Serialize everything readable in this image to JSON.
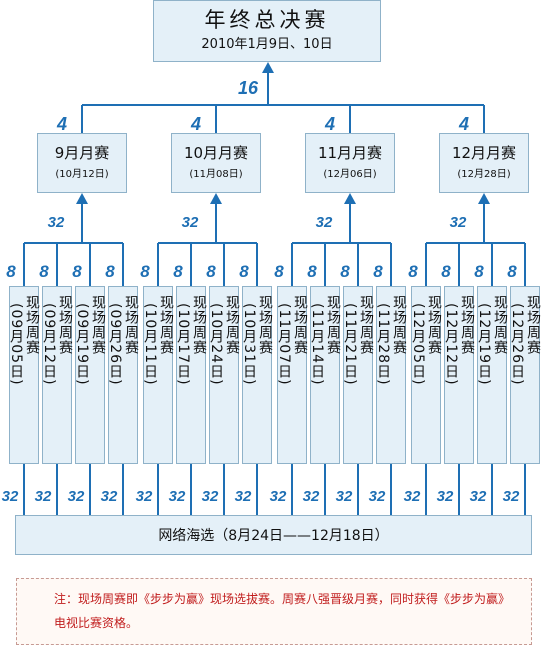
{
  "final": {
    "title": "年终总决赛",
    "date": "2010年1月9日、10日"
  },
  "labels": {
    "finalists": "16",
    "monthly_qualify": "4",
    "weekly_to_monthly": "32",
    "weekly_qualify": "8",
    "online_to_weekly": "32"
  },
  "monthly": [
    {
      "name": "9月月赛",
      "date": "(10月12日)",
      "weekly": [
        {
          "name": "现场周赛",
          "date": "(09月05日)"
        },
        {
          "name": "现场周赛",
          "date": "(09月12日)"
        },
        {
          "name": "现场周赛",
          "date": "(09月19日)"
        },
        {
          "name": "现场周赛",
          "date": "(09月26日)"
        }
      ]
    },
    {
      "name": "10月月赛",
      "date": "(11月08日)",
      "weekly": [
        {
          "name": "现场周赛",
          "date": "(10月11日)"
        },
        {
          "name": "现场周赛",
          "date": "(10月17日)"
        },
        {
          "name": "现场周赛",
          "date": "(10月24日)"
        },
        {
          "name": "现场周赛",
          "date": "(10月31日)"
        }
      ]
    },
    {
      "name": "11月月赛",
      "date": "(12月06日)",
      "weekly": [
        {
          "name": "现场周赛",
          "date": "(11月07日)"
        },
        {
          "name": "现场周赛",
          "date": "(11月14日)"
        },
        {
          "name": "现场周赛",
          "date": "(11月21日)"
        },
        {
          "name": "现场周赛",
          "date": "(11月28日)"
        }
      ]
    },
    {
      "name": "12月月赛",
      "date": "(12月28日)",
      "weekly": [
        {
          "name": "现场周赛",
          "date": "(12月05日)"
        },
        {
          "name": "现场周赛",
          "date": "(12月12日)"
        },
        {
          "name": "现场周赛",
          "date": "(12月19日)"
        },
        {
          "name": "现场周赛",
          "date": "(12月26日)"
        }
      ]
    }
  ],
  "online": {
    "label": "网络海选（8月24日——12月18日）"
  },
  "note": {
    "text": "注：现场周赛即《步步为赢》现场选拔赛。周赛八强晋级月赛，同时获得《步步为赢》电视比赛资格。"
  },
  "colors": {
    "line": "#1e6fb4",
    "box_fill": "#e4f0f8",
    "box_border": "#8fb2c9",
    "note_text": "#c11d1d"
  }
}
